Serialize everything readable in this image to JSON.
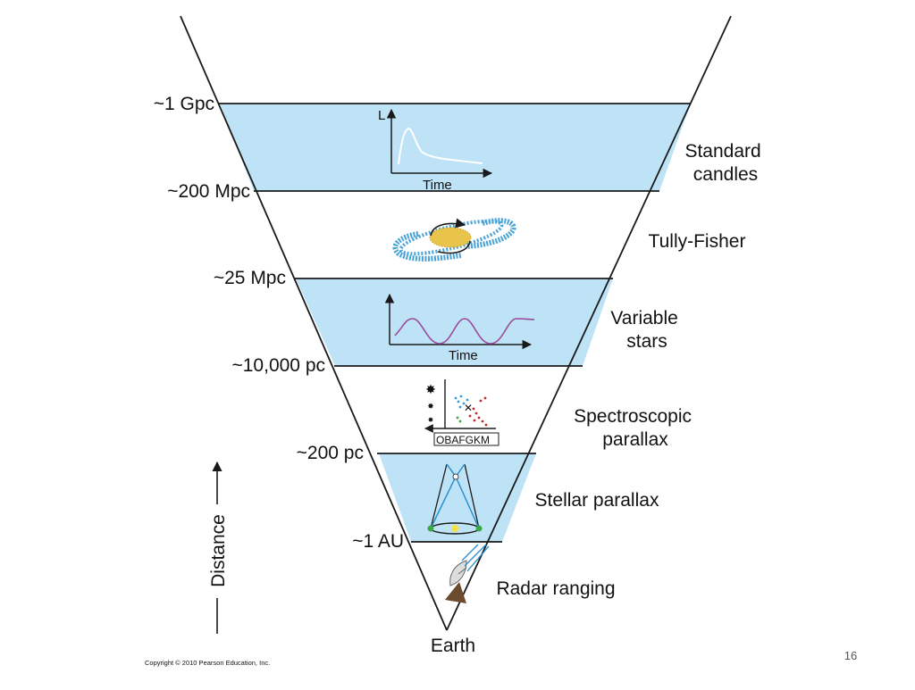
{
  "colors": {
    "band_fill": "#bfe3f6",
    "outline": "#1a1a1a",
    "curve_white": "#ffffff",
    "curve_purple": "#9a4a9a",
    "galaxy_blue": "#4aa3d6",
    "galaxy_core": "#e8c44a",
    "dot_red": "#c0282a",
    "dot_blue": "#3a9ad6",
    "dot_green": "#3aa845",
    "dish_brown": "#6b4a2e",
    "radar_wave": "#2a8fd0"
  },
  "distances": [
    {
      "label": "~1 Gpc"
    },
    {
      "label": "~200 Mpc"
    },
    {
      "label": "~25 Mpc"
    },
    {
      "label": "~10,000 pc"
    },
    {
      "label": "~200 pc"
    },
    {
      "label": "~1 AU"
    }
  ],
  "methods": [
    {
      "line1": "Standard",
      "line2": "candles"
    },
    {
      "line1": "Tully-Fisher",
      "line2": ""
    },
    {
      "line1": "Variable",
      "line2": "stars"
    },
    {
      "line1": "Spectroscopic",
      "line2": "parallax"
    },
    {
      "line1": "Stellar parallax",
      "line2": ""
    },
    {
      "line1": "Radar ranging",
      "line2": ""
    }
  ],
  "bottom_label": "Earth",
  "axis_label": "Distance",
  "insets": {
    "luminosity_label": "L",
    "time_label": "Time",
    "spectral_label": "OBAFGKM"
  },
  "copyright": "Copyright © 2010 Pearson Education, Inc.",
  "slide_number": "16"
}
